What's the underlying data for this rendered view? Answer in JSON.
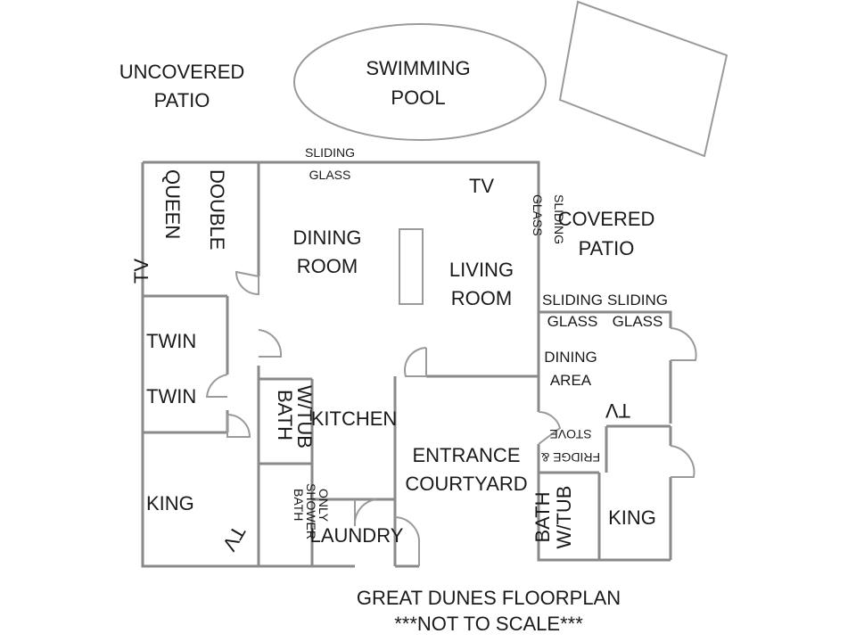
{
  "labels": {
    "uncovered_patio": [
      "UNCOVERED",
      "PATIO"
    ],
    "swimming_pool": [
      "SWIMMING",
      "POOL"
    ],
    "sliding_glass_top": [
      "SLIDING",
      "GLASS"
    ],
    "tv_living": "TV",
    "sliding_glass_side": [
      "SLIDING",
      "GLASS"
    ],
    "covered_patio": [
      "COVERED",
      "PATIO"
    ],
    "queen": "QUEEN",
    "double": "DOUBLE",
    "tv_bed1": "TV",
    "dining_room": [
      "DINING",
      "ROOM"
    ],
    "living_room": [
      "LIVING",
      "ROOM"
    ],
    "sliding_glass_a": [
      "SLIDING",
      "GLASS"
    ],
    "sliding_glass_b": [
      "SLIDING",
      "GLASS"
    ],
    "twin_1": "TWIN",
    "twin_2": "TWIN",
    "dining_area": [
      "DINING",
      "AREA"
    ],
    "tv_annex": "TV",
    "bath_tub_left": [
      "BATH",
      "W/TUB"
    ],
    "kitchen": "KITCHEN",
    "stove": "STOVE",
    "fridge": "FRIDGE &",
    "entrance_courtyard": [
      "ENTRANCE",
      "COURTYARD"
    ],
    "king_left": "KING",
    "bath_shower": [
      "BATH",
      "SHOWER",
      "ONLY"
    ],
    "laundry": "LAUNDRY",
    "tv_king": "TV",
    "bath_tub_right": [
      "BATH",
      "W/TUB"
    ],
    "king_right": "KING"
  },
  "footer": {
    "title": "GREAT DUNES FLOORPLAN",
    "note": "***NOT TO SCALE***"
  }
}
